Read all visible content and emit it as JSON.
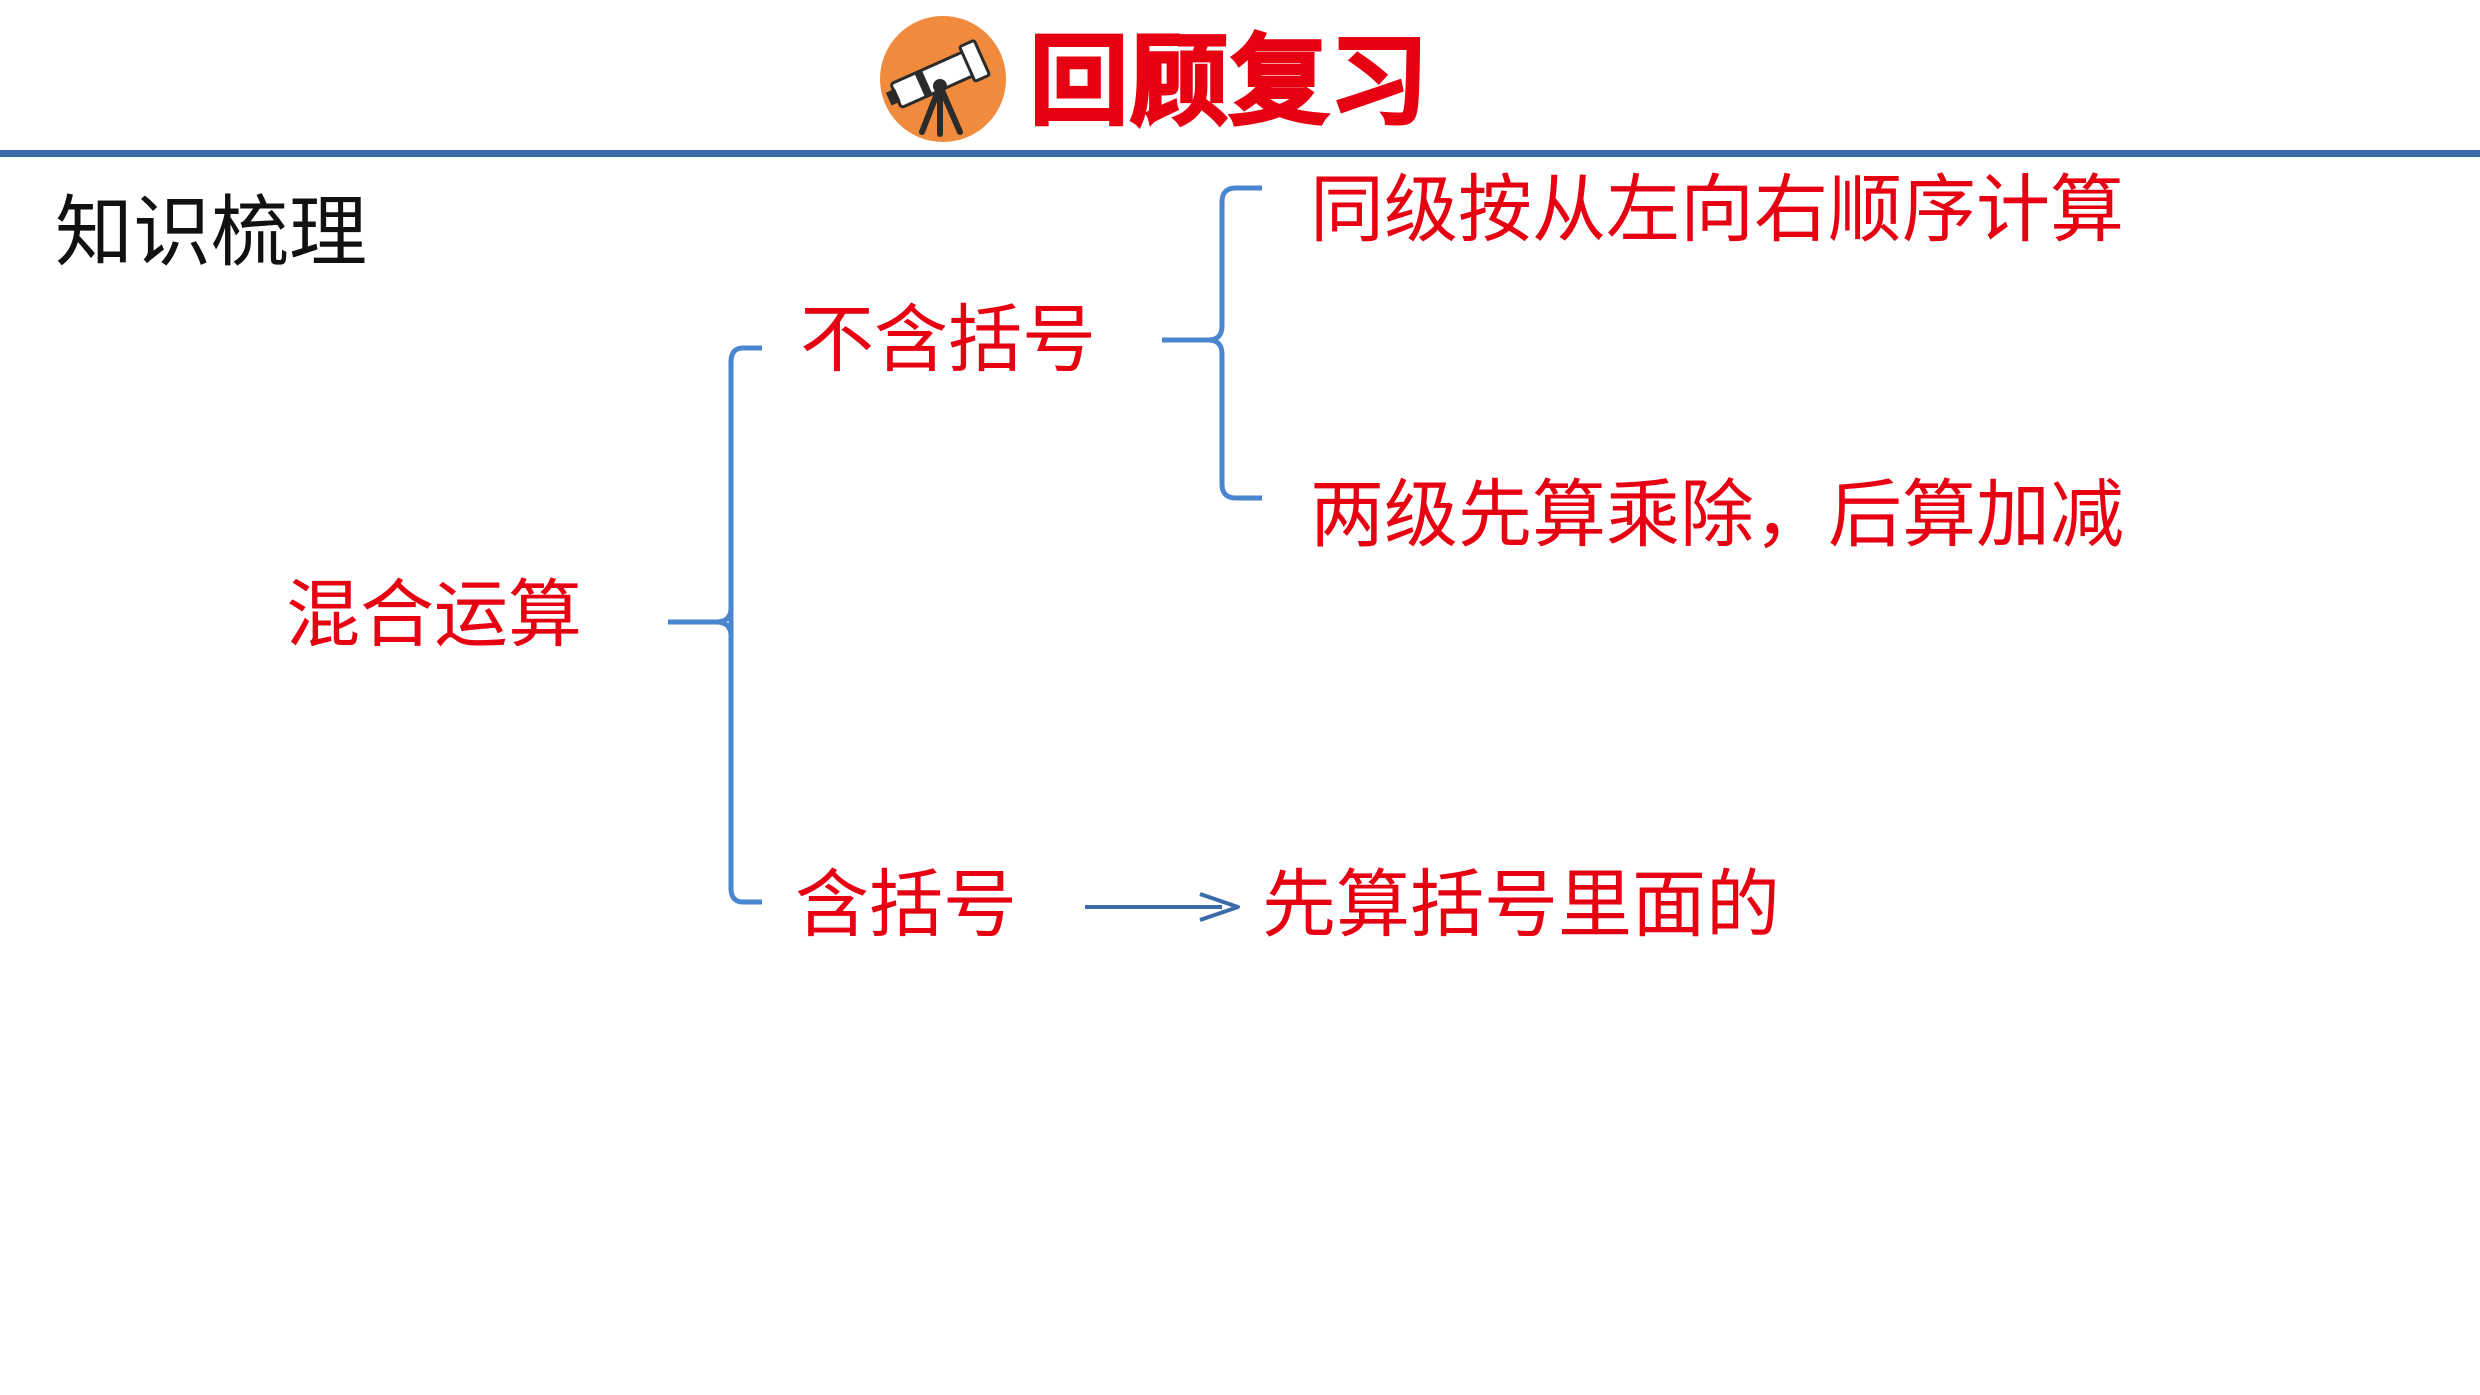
{
  "colors": {
    "accent": "#e60012",
    "bracket": "#4a86cf",
    "rule": "#3b6aa8",
    "icon_bg": "#f08a3c"
  },
  "header": {
    "icon": "telescope-icon",
    "title": "回顾复习"
  },
  "section_title": "知识梳理",
  "diagram": {
    "root": "混合运算",
    "branches": [
      {
        "label": "不含括号",
        "rules": [
          "同级按从左向右顺序计算",
          "两级先算乘除，后算加减"
        ]
      },
      {
        "label": "含括号",
        "rules": [
          "先算括号里面的"
        ]
      }
    ]
  }
}
